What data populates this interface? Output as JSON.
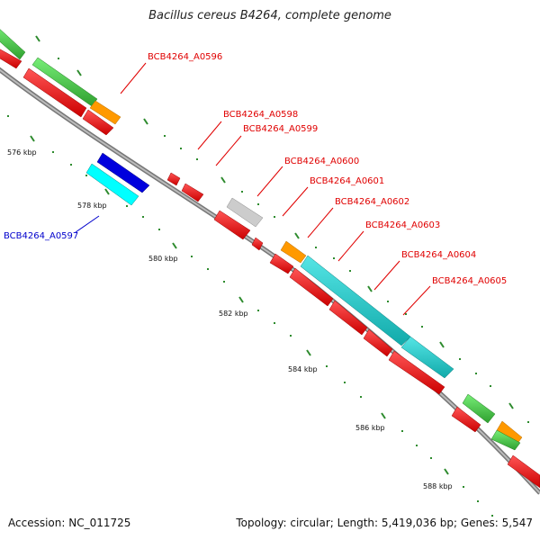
{
  "title": "Bacillus cereus B4264, complete genome",
  "footer": {
    "accession": "Accession: NC_011725",
    "summary": "Topology: circular; Length: 5,419,036 bp; Genes: 5,547"
  },
  "colors": {
    "backbone": "#8c8c8c",
    "ticks": "#2e8b2e",
    "gene_label": "#e00000",
    "gene_label_alt": "#0000cc",
    "red": "#ff0000",
    "green": "#44cc44",
    "orange": "#ff9900",
    "gray": "#cccccc",
    "cyan": "#22cccc",
    "lightcyan": "#00ffff",
    "blue": "#0000dd"
  },
  "tick_labels": [
    "576 kbp",
    "578 kbp",
    "580 kbp",
    "582 kbp",
    "584 kbp",
    "586 kbp",
    "588 kbp"
  ],
  "gene_labels": [
    {
      "text": "BCB4264_A0596",
      "color": "red"
    },
    {
      "text": "BCB4264_A0597",
      "color": "blue"
    },
    {
      "text": "BCB4264_A0598",
      "color": "red"
    },
    {
      "text": "BCB4264_A0599",
      "color": "red"
    },
    {
      "text": "BCB4264_A0600",
      "color": "red"
    },
    {
      "text": "BCB4264_A0601",
      "color": "red"
    },
    {
      "text": "BCB4264_A0602",
      "color": "red"
    },
    {
      "text": "BCB4264_A0603",
      "color": "red"
    },
    {
      "text": "BCB4264_A0604",
      "color": "red"
    },
    {
      "text": "BCB4264_A0605",
      "color": "red"
    }
  ]
}
